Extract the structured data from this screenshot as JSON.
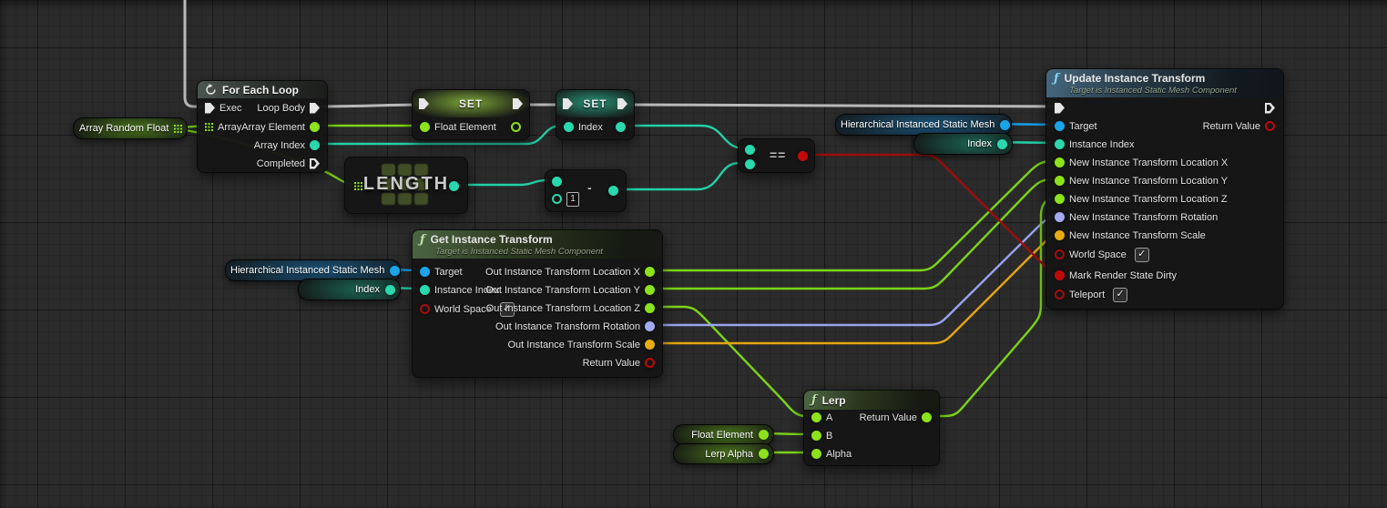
{
  "colors": {
    "exec_wire": "#b9b9b9",
    "float": "#8ce21b",
    "int": "#29d8ac",
    "object": "#1ba4e8",
    "bool": "#a50d0d",
    "rotator": "#a2aaf2",
    "scale": "#e8ab12"
  },
  "glyphs": {
    "function_icon": "ƒ",
    "check": "✓"
  },
  "nodes": {
    "for_each_loop": {
      "title": "For Each Loop",
      "exec_in": "Exec",
      "array_in": "Array",
      "loop_body": "Loop Body",
      "array_element": "Array Element",
      "array_index": "Array Index",
      "completed": "Completed"
    },
    "array_random_float": {
      "label": "Array Random Float"
    },
    "set_float_element": {
      "title": "SET",
      "pin": "Float Element"
    },
    "set_index": {
      "title": "SET",
      "pin": "Index"
    },
    "length": {
      "label": "LENGTH"
    },
    "subtract": {
      "operator": "-",
      "literal": "1"
    },
    "equals": {
      "operator": "=="
    },
    "hism_left": {
      "label": "Hierarchical Instanced Static Mesh"
    },
    "index_left": {
      "label": "Index"
    },
    "hism_right": {
      "label": "Hierarchical Instanced Static Mesh"
    },
    "index_right": {
      "label": "Index"
    },
    "get_instance_transform": {
      "title": "Get Instance Transform",
      "subtitle": "Target is Instanced Static Mesh Component",
      "in_target": "Target",
      "in_instance_index": "Instance Index",
      "in_world_space": "World Space",
      "out_loc_x": "Out Instance Transform Location X",
      "out_loc_y": "Out Instance Transform Location Y",
      "out_loc_z": "Out Instance Transform Location Z",
      "out_rotation": "Out Instance Transform Rotation",
      "out_scale": "Out Instance Transform Scale",
      "out_return": "Return Value"
    },
    "update_instance_transform": {
      "title": "Update Instance Transform",
      "subtitle": "Target is Instanced Static Mesh Component",
      "in_target": "Target",
      "in_instance_index": "Instance Index",
      "in_loc_x": "New Instance Transform Location X",
      "in_loc_y": "New Instance Transform Location Y",
      "in_loc_z": "New Instance Transform Location Z",
      "in_rotation": "New Instance Transform Rotation",
      "in_scale": "New Instance Transform Scale",
      "in_world_space": "World Space",
      "in_mark_dirty": "Mark Render State Dirty",
      "in_teleport": "Teleport",
      "out_return": "Return Value"
    },
    "lerp": {
      "title": "Lerp",
      "in_a": "A",
      "in_b": "B",
      "in_alpha": "Alpha",
      "out_return": "Return Value"
    },
    "float_element_getter": {
      "label": "Float Element"
    },
    "lerp_alpha_getter": {
      "label": "Lerp Alpha"
    }
  }
}
